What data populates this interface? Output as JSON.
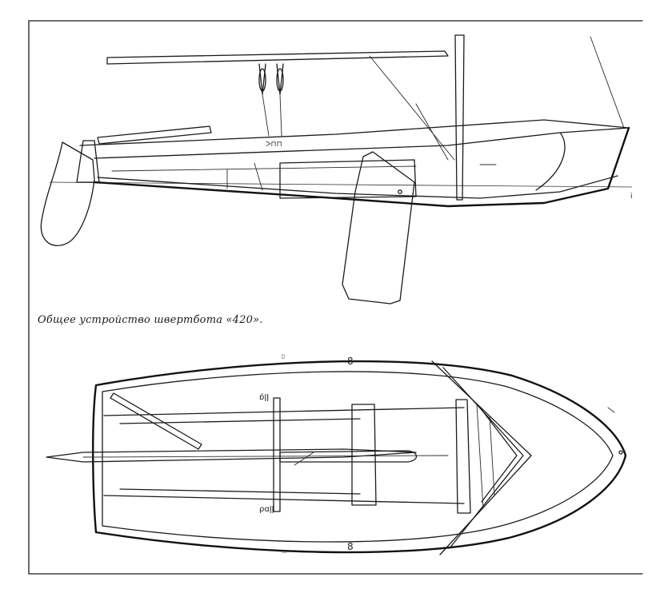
{
  "caption": "Общее устройство швертбота «420».",
  "views": [
    "side-profile",
    "plan-view"
  ]
}
